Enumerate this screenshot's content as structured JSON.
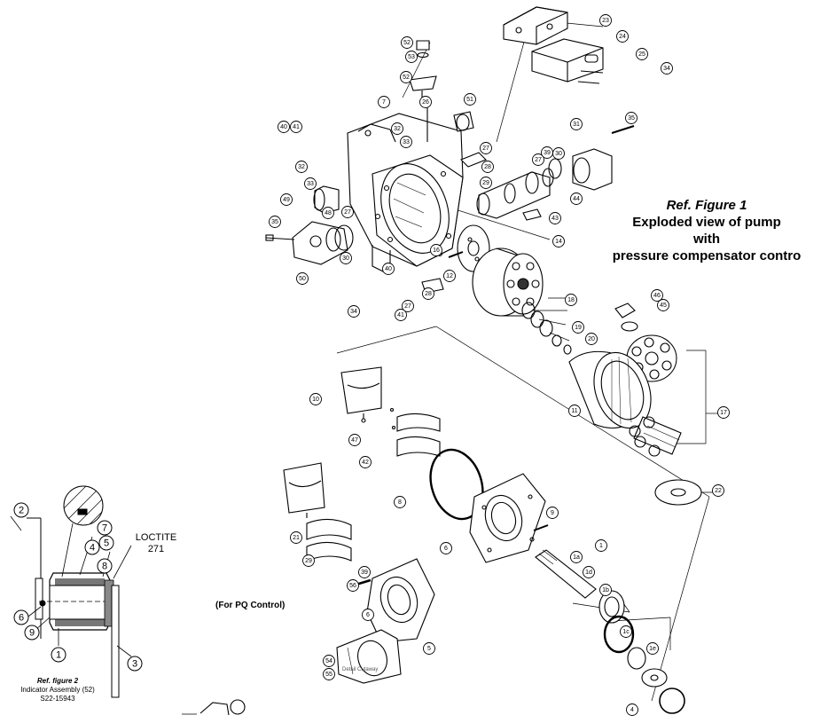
{
  "figure1": {
    "title": "Ref. Figure 1",
    "lines": [
      "Exploded view of pump",
      "with",
      "pressure compensator contro"
    ]
  },
  "figure2": {
    "title": "Ref. figure 2",
    "subtitle": "Indicator Assembly (52)",
    "part_number": "S22-15943",
    "loctite_lines": [
      "LOCTITE",
      "271"
    ],
    "callouts": [
      "2",
      "7",
      "5",
      "8",
      "4",
      "6",
      "9",
      "1",
      "3"
    ]
  },
  "pq_control_label": "(For PQ Control)",
  "detail_label": "Detail Cutaway",
  "balloons": [
    "52",
    "53",
    "52",
    "26",
    "7",
    "51",
    "23",
    "24",
    "25",
    "34",
    "40",
    "41",
    "32",
    "33",
    "32",
    "33",
    "27",
    "28",
    "29",
    "39",
    "30",
    "31",
    "35",
    "27",
    "44",
    "43",
    "49",
    "48",
    "27",
    "35",
    "30",
    "50",
    "40",
    "41",
    "34",
    "16",
    "12",
    "28",
    "27",
    "14",
    "18",
    "19",
    "20",
    "46",
    "45",
    "17",
    "10",
    "47",
    "42",
    "11",
    "22",
    "8",
    "9",
    "1",
    "1a",
    "1d",
    "1b",
    "21",
    "29",
    "39",
    "56",
    "6",
    "6",
    "5",
    "1c",
    "1e",
    "54",
    "55",
    "4"
  ]
}
